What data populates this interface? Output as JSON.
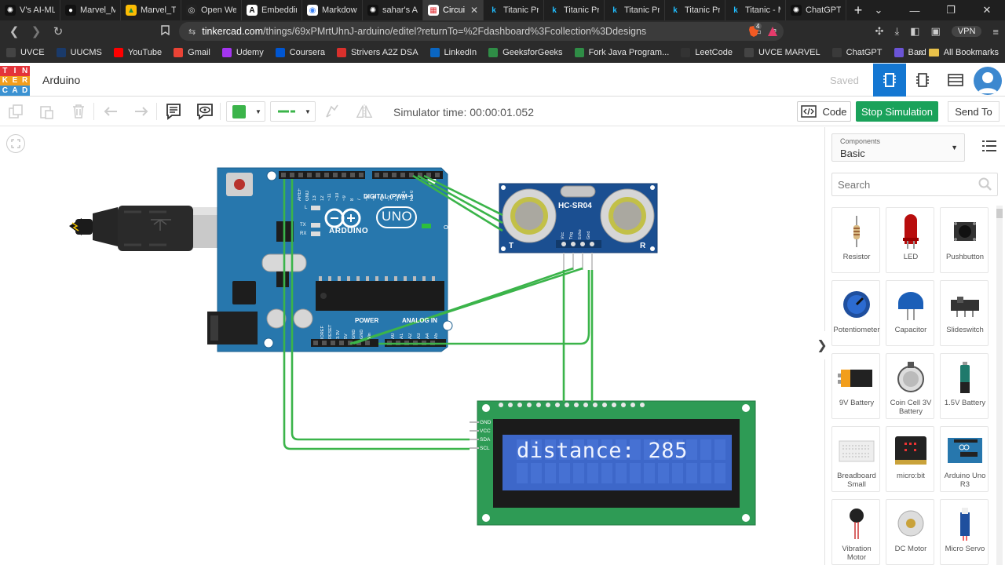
{
  "browser": {
    "tabs": [
      {
        "label": "V's AI-ML",
        "icon": "openai-icon",
        "color": "#202020"
      },
      {
        "label": "Marvel_M",
        "icon": "github-icon",
        "color": "#202020"
      },
      {
        "label": "Marvel_Ta",
        "icon": "google-drive-icon",
        "color": "#202020"
      },
      {
        "label": "Open Wea",
        "icon": "globe-icon",
        "color": "#202020"
      },
      {
        "label": "Embeddin",
        "icon": "anthropic-icon",
        "color": "#202020"
      },
      {
        "label": "Markdown",
        "icon": "markdown-icon",
        "color": "#202020"
      },
      {
        "label": "sahar's AI",
        "icon": "openai-icon",
        "color": "#202020"
      },
      {
        "label": "Circui",
        "icon": "tinkercad-icon",
        "color": "#202020",
        "active": true
      },
      {
        "label": "Titanic Pr",
        "icon": "kaggle-icon",
        "color": "#202020"
      },
      {
        "label": "Titanic Pr",
        "icon": "kaggle-icon",
        "color": "#202020"
      },
      {
        "label": "Titanic Pr",
        "icon": "kaggle-icon",
        "color": "#202020"
      },
      {
        "label": "Titanic Pr",
        "icon": "kaggle-icon",
        "color": "#202020"
      },
      {
        "label": "Titanic - M",
        "icon": "kaggle-icon",
        "color": "#202020"
      },
      {
        "label": "ChatGPT",
        "icon": "openai-icon",
        "color": "#202020"
      }
    ],
    "url_host": "tinkercad.com",
    "url_path": "/things/69xPMrtUhnJ-arduino/editel?returnTo=%2Fdashboard%3Fcollection%3Ddesigns",
    "vpn_label": "VPN",
    "brave_badge": "4",
    "bookmarks": [
      {
        "label": "UVCE",
        "icon": "uvce-icon",
        "color": "#444"
      },
      {
        "label": "UUCMS",
        "icon": "uucms-icon",
        "color": "#1a3a6a"
      },
      {
        "label": "YouTube",
        "icon": "youtube-icon",
        "color": "#ff0000"
      },
      {
        "label": "Gmail",
        "icon": "gmail-icon",
        "color": "#ea4335"
      },
      {
        "label": "Udemy",
        "icon": "udemy-icon",
        "color": "#a435f0"
      },
      {
        "label": "Coursera",
        "icon": "coursera-icon",
        "color": "#0056d2"
      },
      {
        "label": "Strivers A2Z DSA",
        "icon": "tuf-icon",
        "color": "#d9302c"
      },
      {
        "label": "LinkedIn",
        "icon": "linkedin-icon",
        "color": "#0a66c2"
      },
      {
        "label": "GeeksforGeeks",
        "icon": "gfg-icon",
        "color": "#2f8d46"
      },
      {
        "label": "Fork Java Program...",
        "icon": "fork-icon",
        "color": "#2f8d46"
      },
      {
        "label": "LeetCode",
        "icon": "leetcode-icon",
        "color": "#333"
      },
      {
        "label": "UVCE MARVEL",
        "icon": "marvel-icon",
        "color": "#444"
      },
      {
        "label": "ChatGPT",
        "icon": "openai-icon",
        "color": "#3a3a3a"
      },
      {
        "label": "Bard",
        "icon": "bard-icon",
        "color": "#6b54d6"
      }
    ],
    "bookmarks_more": "»",
    "all_bookmarks": "All Bookmarks"
  },
  "app": {
    "logo_letters": [
      "T",
      "I",
      "N",
      "K",
      "E",
      "R",
      "C",
      "A",
      "D"
    ],
    "logo_colors": [
      "#e4343a",
      "#e4343a",
      "#e4343a",
      "#f29e1c",
      "#f29e1c",
      "#f29e1c",
      "#3b92d2",
      "#3b92d2",
      "#3b92d2"
    ],
    "project_title": "Arduino",
    "saved_label": "Saved",
    "accent": "#1477d2"
  },
  "toolbar": {
    "simulator_time": "Simulator time: 00:00:01.052",
    "code_label": "Code",
    "stop_label": "Stop Simulation",
    "send_label": "Send To",
    "wire_color": "#3bb44a"
  },
  "circuit": {
    "arduino": {
      "brand": "ARDUINO",
      "model": "UNO",
      "digital_label": "DIGITAL (PWM~)",
      "power_label": "POWER",
      "analog_label": "ANALOG IN",
      "on_label": "ON",
      "l_label": "L",
      "tx_label": "TX",
      "rx_label": "RX",
      "top_pins": [
        "AREF",
        "GND",
        "13",
        "12",
        "~11",
        "~10",
        "~9",
        "8",
        "7",
        "~6",
        "~5",
        "4",
        "~3",
        "2",
        "TX 1",
        "RX 0"
      ],
      "power_pins": [
        "IOREF",
        "RESET",
        "3.3V",
        "5V",
        "GND",
        "GND",
        "Vin"
      ],
      "analog_pins": [
        "A0",
        "A1",
        "A2",
        "A3",
        "A4",
        "A5"
      ]
    },
    "sensor": {
      "model": "HC-SR04",
      "pins": [
        "Vcc",
        "Trig",
        "Echo",
        "Gnd"
      ],
      "t_label": "T",
      "r_label": "R"
    },
    "lcd": {
      "pins": [
        "GND",
        "VCC",
        "SDA",
        "SCL"
      ],
      "display_text": "distance: 285"
    }
  },
  "panel": {
    "components_label": "Components",
    "components_value": "Basic",
    "search_placeholder": "Search",
    "items": [
      {
        "label": "Resistor",
        "icon": "resistor-icon"
      },
      {
        "label": "LED",
        "icon": "led-icon"
      },
      {
        "label": "Pushbutton",
        "icon": "pushbutton-icon"
      },
      {
        "label": "Potentiometer",
        "icon": "potentiometer-icon"
      },
      {
        "label": "Capacitor",
        "icon": "capacitor-icon"
      },
      {
        "label": "Slideswitch",
        "icon": "slideswitch-icon"
      },
      {
        "label": "9V Battery",
        "icon": "battery-9v-icon"
      },
      {
        "label": "Coin Cell 3V Battery",
        "icon": "coin-cell-icon"
      },
      {
        "label": "1.5V Battery",
        "icon": "battery-aa-icon"
      },
      {
        "label": "Breadboard Small",
        "icon": "breadboard-icon"
      },
      {
        "label": "micro:bit",
        "icon": "microbit-icon"
      },
      {
        "label": "Arduino Uno R3",
        "icon": "arduino-icon"
      },
      {
        "label": "Vibration Motor",
        "icon": "vibration-motor-icon"
      },
      {
        "label": "DC Motor",
        "icon": "dc-motor-icon"
      },
      {
        "label": "Micro Servo",
        "icon": "servo-icon"
      }
    ]
  }
}
